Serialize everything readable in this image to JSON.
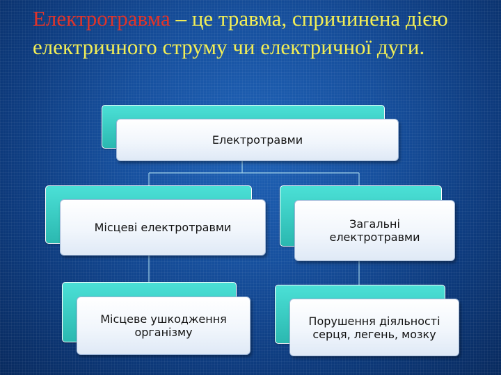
{
  "slide": {
    "title_term": "Електротравма",
    "title_rest": " – це травма, спричинена дією електричного струму чи електричної дуги."
  },
  "diagram": {
    "root": "Електротравми",
    "left_branch": "Місцеві електротравми",
    "right_branch": "Загальні електротравми",
    "left_leaf": "Місцеве ушкодження організму",
    "right_leaf": "Порушення діяльності серця, легень, мозку"
  },
  "colors": {
    "title": "#f2ee56",
    "term": "#e0342a",
    "card_back": "#3fd3ca",
    "connector": "#9fd0e8"
  }
}
